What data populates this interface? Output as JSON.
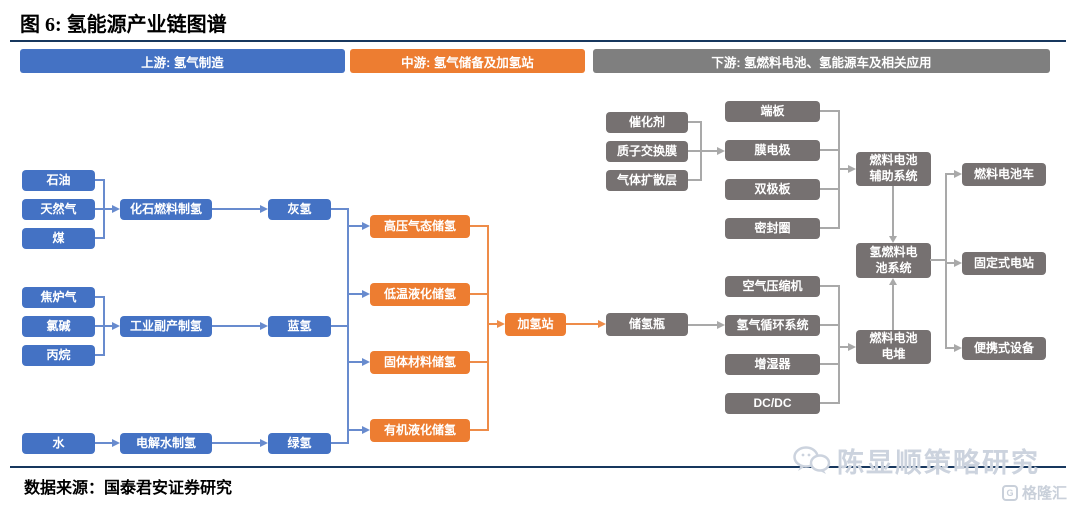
{
  "title": "图 6: 氢能源产业链图谱",
  "source": "数据来源：国泰君安证券研究",
  "colors": {
    "upstream_blue": "#4472C4",
    "midstream_orange": "#ED7D31",
    "downstream_gray": "#767171",
    "rule_navy": "#17375E"
  },
  "headers": [
    {
      "label": "上游: 氢气制造"
    },
    {
      "label": "中游: 氢气储备及加氢站"
    },
    {
      "label": "下游: 氢燃料电池、氢能源车及相关应用"
    }
  ],
  "nodes": [
    {
      "label": "石油"
    },
    {
      "label": "天然气"
    },
    {
      "label": "煤"
    },
    {
      "label": "化石燃料制氢"
    },
    {
      "label": "灰氢"
    },
    {
      "label": "焦炉气"
    },
    {
      "label": "氯碱"
    },
    {
      "label": "丙烷"
    },
    {
      "label": "工业副产制氢"
    },
    {
      "label": "蓝氢"
    },
    {
      "label": "水"
    },
    {
      "label": "电解水制氢"
    },
    {
      "label": "绿氢"
    },
    {
      "label": "高压气态储氢"
    },
    {
      "label": "低温液化储氢"
    },
    {
      "label": "固体材料储氢"
    },
    {
      "label": "有机液化储氢"
    },
    {
      "label": "加氢站"
    },
    {
      "label": "储氢瓶"
    },
    {
      "label": "催化剂"
    },
    {
      "label": "质子交换膜"
    },
    {
      "label": "气体扩散层"
    },
    {
      "label": "端板"
    },
    {
      "label": "膜电极"
    },
    {
      "label": "双极板"
    },
    {
      "label": "密封圈"
    },
    {
      "label": "空气压缩机"
    },
    {
      "label": "氢气循环系统"
    },
    {
      "label": "增湿器"
    },
    {
      "label": "DC/DC"
    },
    {
      "label": "燃料电池辅助系统"
    },
    {
      "label": "氢燃料电池系统"
    },
    {
      "label": "燃料电池电堆"
    },
    {
      "label": "燃料电池车"
    },
    {
      "label": "固定式电站"
    },
    {
      "label": "便携式设备"
    }
  ],
  "watermark": {
    "name": "陈显顺策略研究",
    "brand": "格隆汇",
    "brand_mark": "G"
  }
}
